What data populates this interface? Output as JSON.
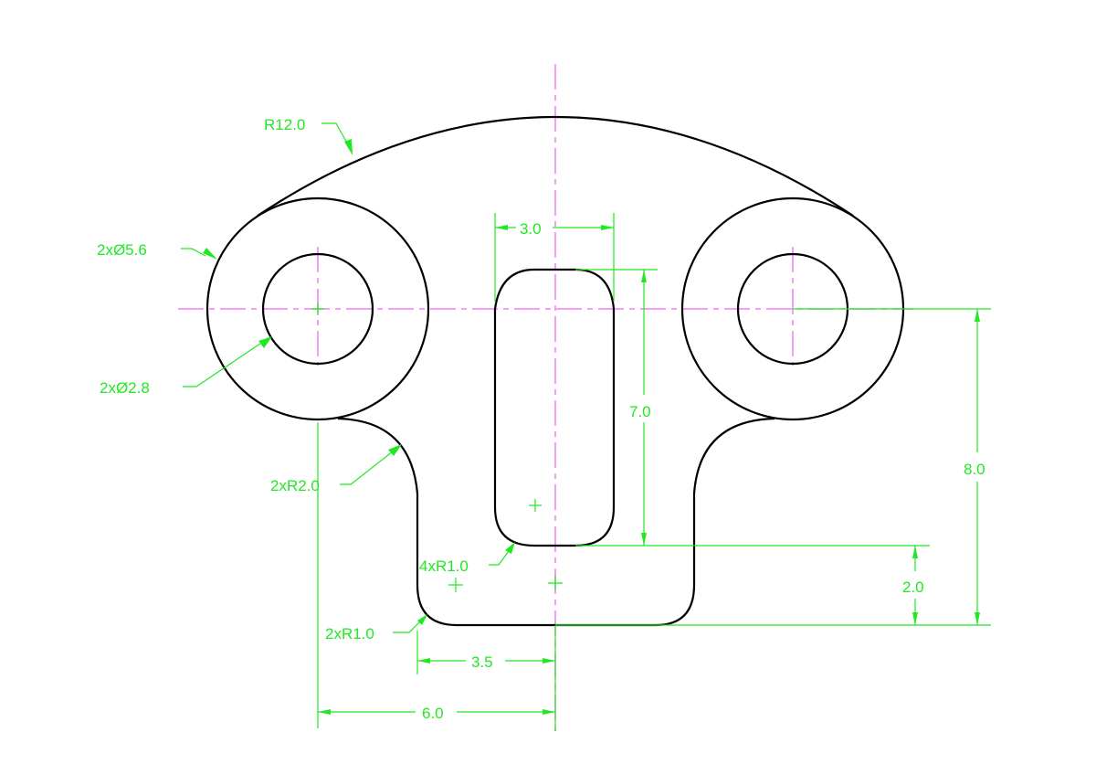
{
  "drawing": {
    "colors": {
      "object_lines": "#000000",
      "center_lines": "#f27ff2",
      "dimensions": "#22e822",
      "background": "#ffffff"
    },
    "dimensions": {
      "outer_arc_radius": "R12.0",
      "boss_outer_diameter": "2xØ5.6",
      "hole_diameter": "2xØ2.8",
      "neck_fillet": "2xR2.0",
      "slot_corner_radius": "4xR1.0",
      "bottom_corner_radius": "2xR1.0",
      "slot_width": "3.0",
      "slot_length": "7.0",
      "overall_height_from_center": "8.0",
      "slot_bottom_offset": "2.0",
      "half_body_width": "3.5",
      "hole_center_offset": "6.0"
    }
  }
}
